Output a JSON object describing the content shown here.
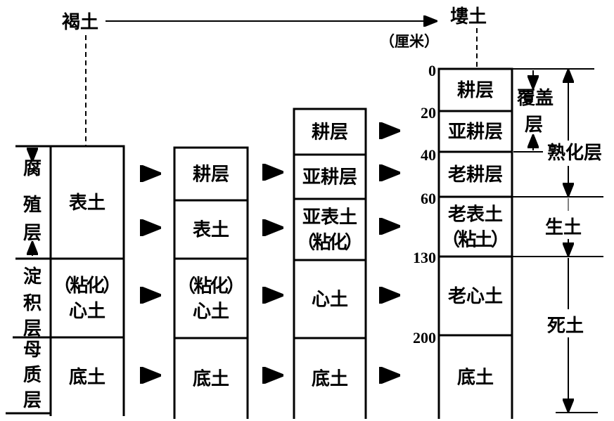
{
  "title_left": "褐土",
  "title_right": "塿土",
  "unit": "（厘米）",
  "left_labels": [
    [
      "腐",
      "殖",
      "层"
    ],
    [
      "淀",
      "积",
      "层"
    ],
    [
      "母",
      "质",
      "层"
    ]
  ],
  "columns": [
    {
      "name": "column-1",
      "layers": [
        [
          "表土"
        ],
        [
          "（粘化）",
          "心土"
        ],
        [
          "底土"
        ]
      ]
    },
    {
      "name": "column-2",
      "layers": [
        [
          "耕层"
        ],
        [
          "表土"
        ],
        [
          "（粘化）",
          "心土"
        ],
        [
          "底土"
        ]
      ]
    },
    {
      "name": "column-3",
      "layers": [
        [
          "耕层"
        ],
        [
          "亚耕层"
        ],
        [
          "亚表土",
          "（粘化）"
        ],
        [
          "心土"
        ],
        [
          "底土"
        ]
      ]
    },
    {
      "name": "column-4",
      "layers": [
        [
          "耕层"
        ],
        [
          "亚耕层"
        ],
        [
          "老耕层"
        ],
        [
          "老表土",
          "（粘土）"
        ],
        [
          "老心土"
        ],
        [
          "底土"
        ]
      ]
    }
  ],
  "depth_ticks": [
    "0",
    "20",
    "40",
    "60",
    "130",
    "200"
  ],
  "right_labels": {
    "cover": [
      "覆盖",
      "层"
    ],
    "mature": "熟化层",
    "raw": "生土",
    "dead": "死土"
  }
}
